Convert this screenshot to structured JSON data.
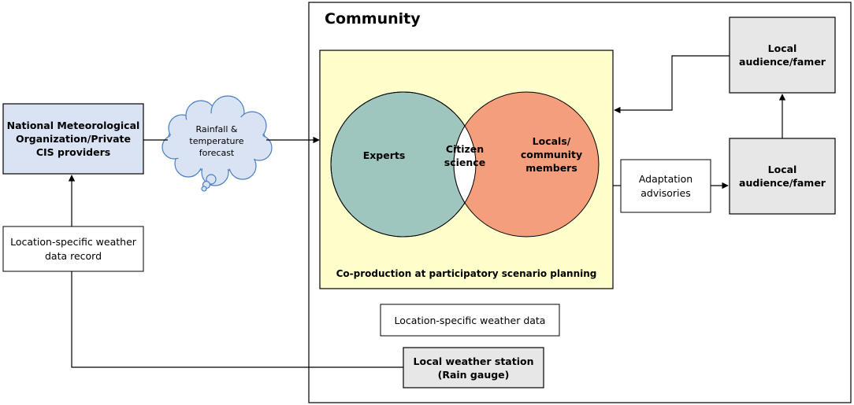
{
  "community": {
    "title": "Community"
  },
  "providers": {
    "label": "National Meteorological Organization/Private CIS providers"
  },
  "forecast_cloud": {
    "label": "Rainfall & temperature forecast"
  },
  "location_record": {
    "label": "Location-specific weather data record"
  },
  "coproduction": {
    "caption": "Co-production at participatory scenario planning",
    "experts": "Experts",
    "citizen_science": "Citizen science",
    "locals": "Locals/ community members"
  },
  "adaptation": {
    "label": "Adaptation advisories"
  },
  "local_audience_top": {
    "label": "Local audience/famer"
  },
  "local_audience_bottom": {
    "label": "Local audience/famer"
  },
  "location_data": {
    "label": "Location-specific weather data"
  },
  "weather_station": {
    "label": "Local weather station (Rain gauge)"
  },
  "colors": {
    "provider_fill": "#dae3f3",
    "coproduction_fill": "#ffffcc",
    "experts_fill": "#9fc5bf",
    "locals_fill": "#f59e7c",
    "grey_box_fill": "#e7e7e7"
  }
}
